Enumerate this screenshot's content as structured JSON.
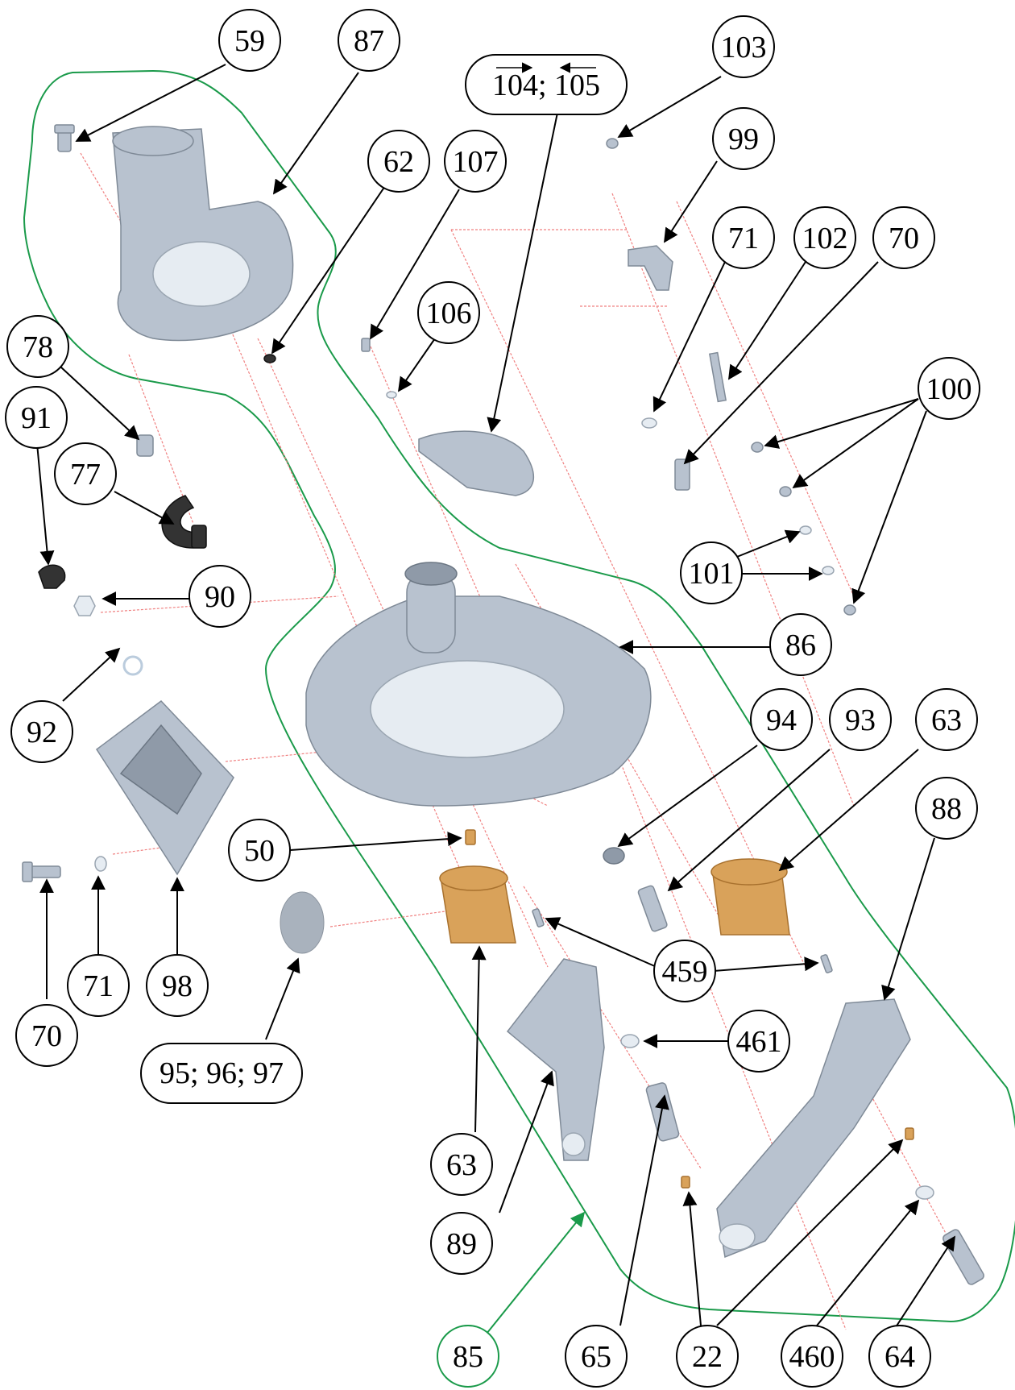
{
  "callouts": {
    "c59": "59",
    "c87": "87",
    "c104_105": "104; 105",
    "c103": "103",
    "c62": "62",
    "c107": "107",
    "c99": "99",
    "c71a": "71",
    "c102": "102",
    "c70a": "70",
    "c106": "106",
    "c78": "78",
    "c91": "91",
    "c77": "77",
    "c100": "100",
    "c101": "101",
    "c90": "90",
    "c86": "86",
    "c92": "92",
    "c94": "94",
    "c93": "93",
    "c63a": "63",
    "c88": "88",
    "c50": "50",
    "c459": "459",
    "c70b": "70",
    "c71b": "71",
    "c98": "98",
    "c95_96_97": "95; 96; 97",
    "c63b": "63",
    "c461": "461",
    "c89": "89",
    "c85": "85",
    "c65": "65",
    "c22": "22",
    "c460": "460",
    "c64": "64"
  },
  "colors": {
    "boundary": "#1a9a4a",
    "explode_lines": "#f08080",
    "bronze": "#d9a25a"
  }
}
